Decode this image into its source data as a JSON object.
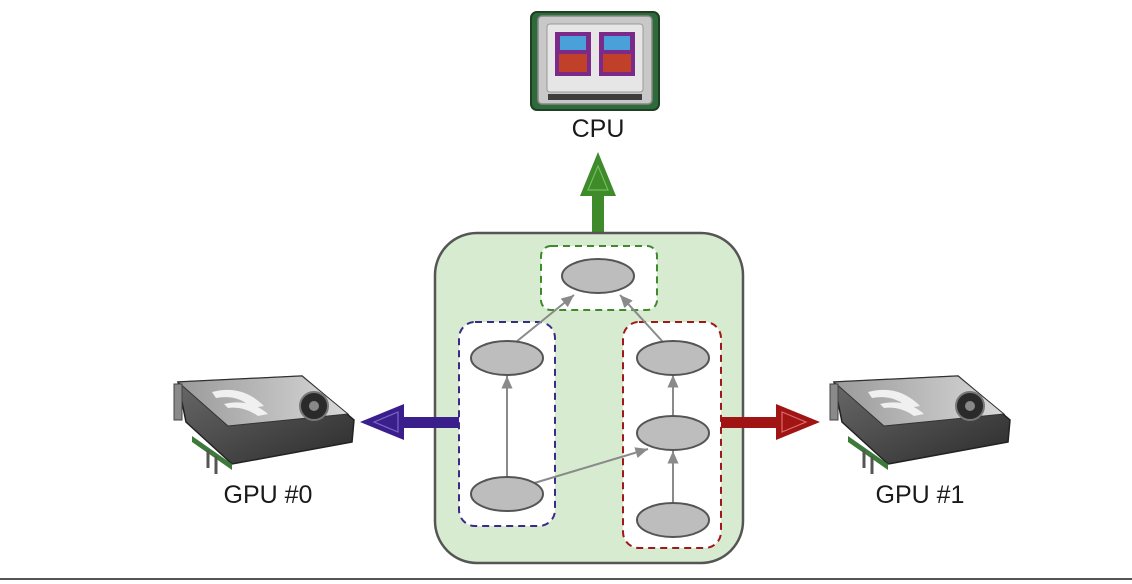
{
  "labels": {
    "cpu": "CPU",
    "gpu0": "GPU #0",
    "gpu1": "GPU #1"
  },
  "colors": {
    "container_fill": "#d6ebcf",
    "container_stroke": "#555555",
    "node_fill": "#bdbdbd",
    "node_stroke": "#555555",
    "edge": "#8a8a8a",
    "cpu_group": "#3f8a2a",
    "gpu0_group": "#3a2a8a",
    "gpu1_group": "#a01818",
    "cpu_arrow": "#3f8a2a",
    "gpu0_arrow": "#3a1e8c",
    "gpu1_arrow": "#a01414"
  },
  "icons": {
    "cpu": "cpu-chip-icon",
    "gpu0": "graphics-card-icon",
    "gpu1": "graphics-card-icon"
  }
}
